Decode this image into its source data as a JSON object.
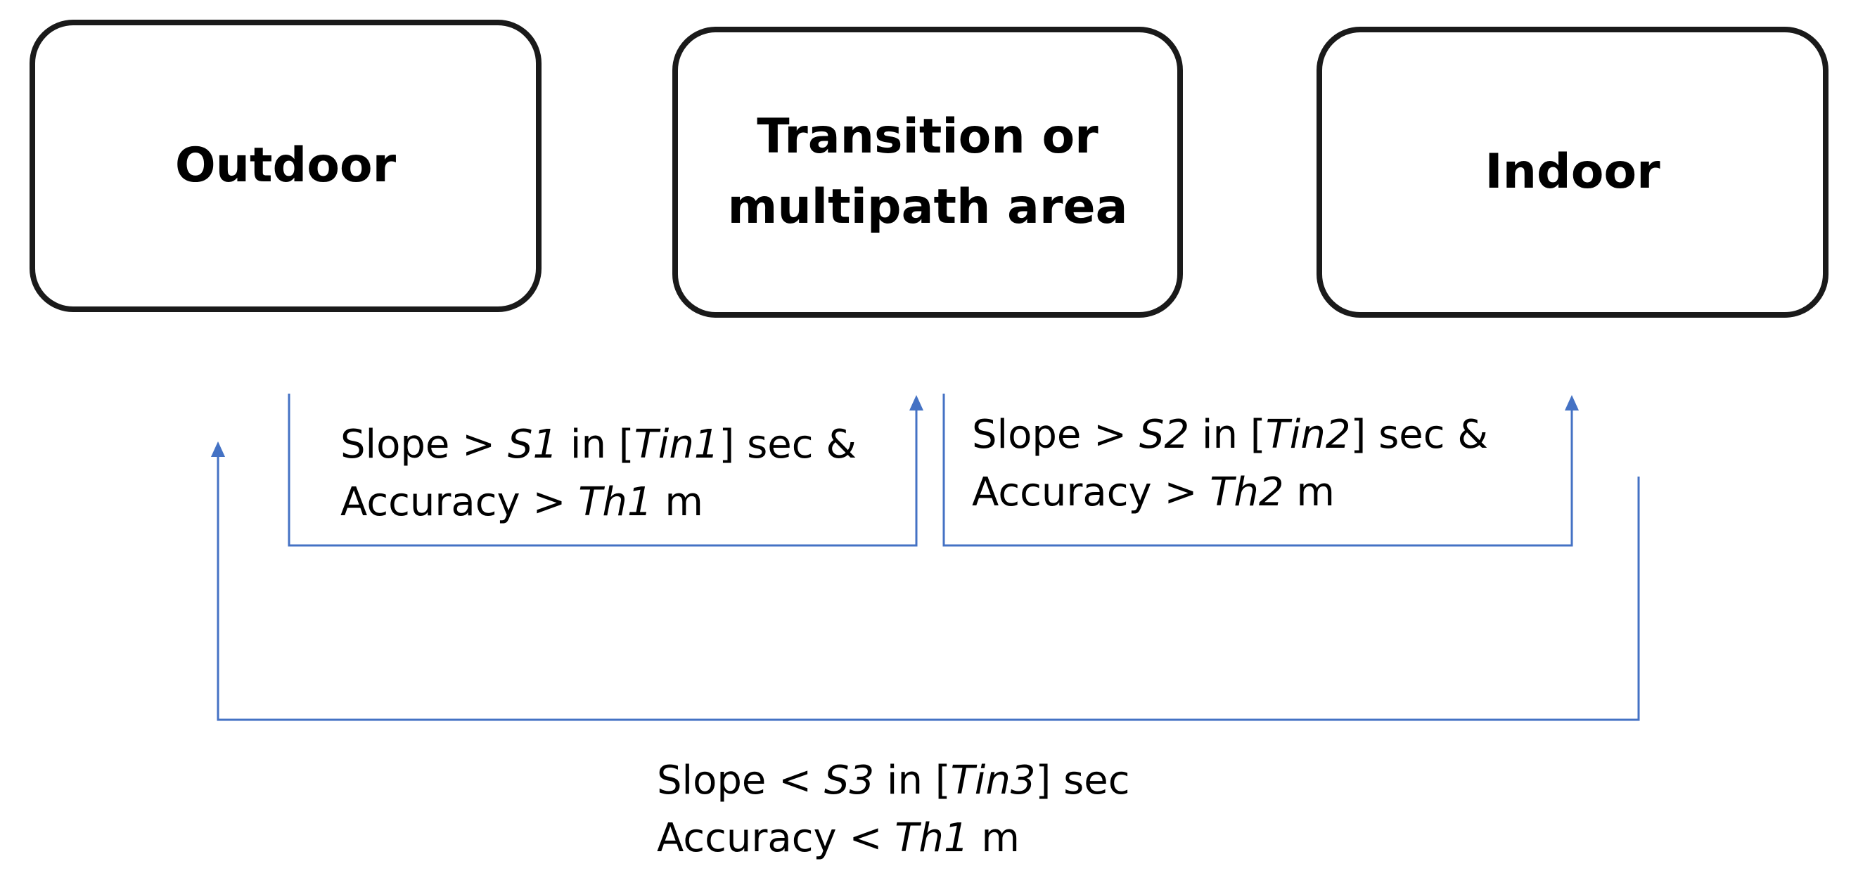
{
  "states": {
    "outdoor": "Outdoor",
    "transition": "Transition or\nmultipath area",
    "indoor": "Indoor"
  },
  "conditions": {
    "c1": {
      "l1": [
        "Slope > ",
        "S1",
        " in [",
        "Tin1",
        "] sec &"
      ],
      "l2": [
        "Accuracy > ",
        "Th1",
        " m"
      ]
    },
    "c2": {
      "l1": [
        "Slope > ",
        "S2",
        " in [",
        "Tin2",
        "] sec &"
      ],
      "l2": [
        "Accuracy > ",
        "Th2",
        " m"
      ]
    },
    "c3": {
      "l1": [
        "Slope < ",
        "S3",
        " in [",
        "Tin3",
        "] sec"
      ],
      "l2": [
        "Accuracy < ",
        "Th1",
        " m"
      ]
    }
  },
  "colors": {
    "arrow": "#4472C4",
    "box_border": "#1a1a1a"
  }
}
